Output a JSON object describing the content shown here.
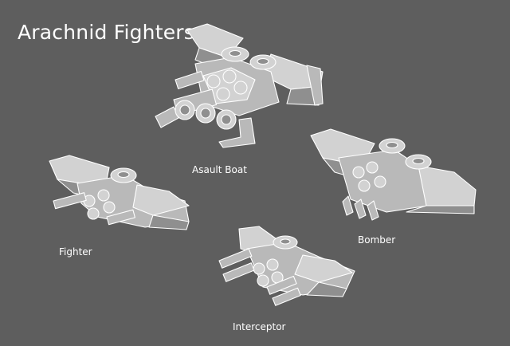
{
  "title": "Arachnid Fighters",
  "ships": [
    {
      "name": "Asault Boat",
      "icon": "assault-boat-model"
    },
    {
      "name": "Fighter",
      "icon": "fighter-model"
    },
    {
      "name": "Bomber",
      "icon": "bomber-model"
    },
    {
      "name": "Interceptor",
      "icon": "interceptor-model"
    }
  ],
  "colors": {
    "background": "#5e5e5e",
    "model": "#b9b9b9",
    "outline": "#ffffff",
    "text": "#ffffff"
  }
}
